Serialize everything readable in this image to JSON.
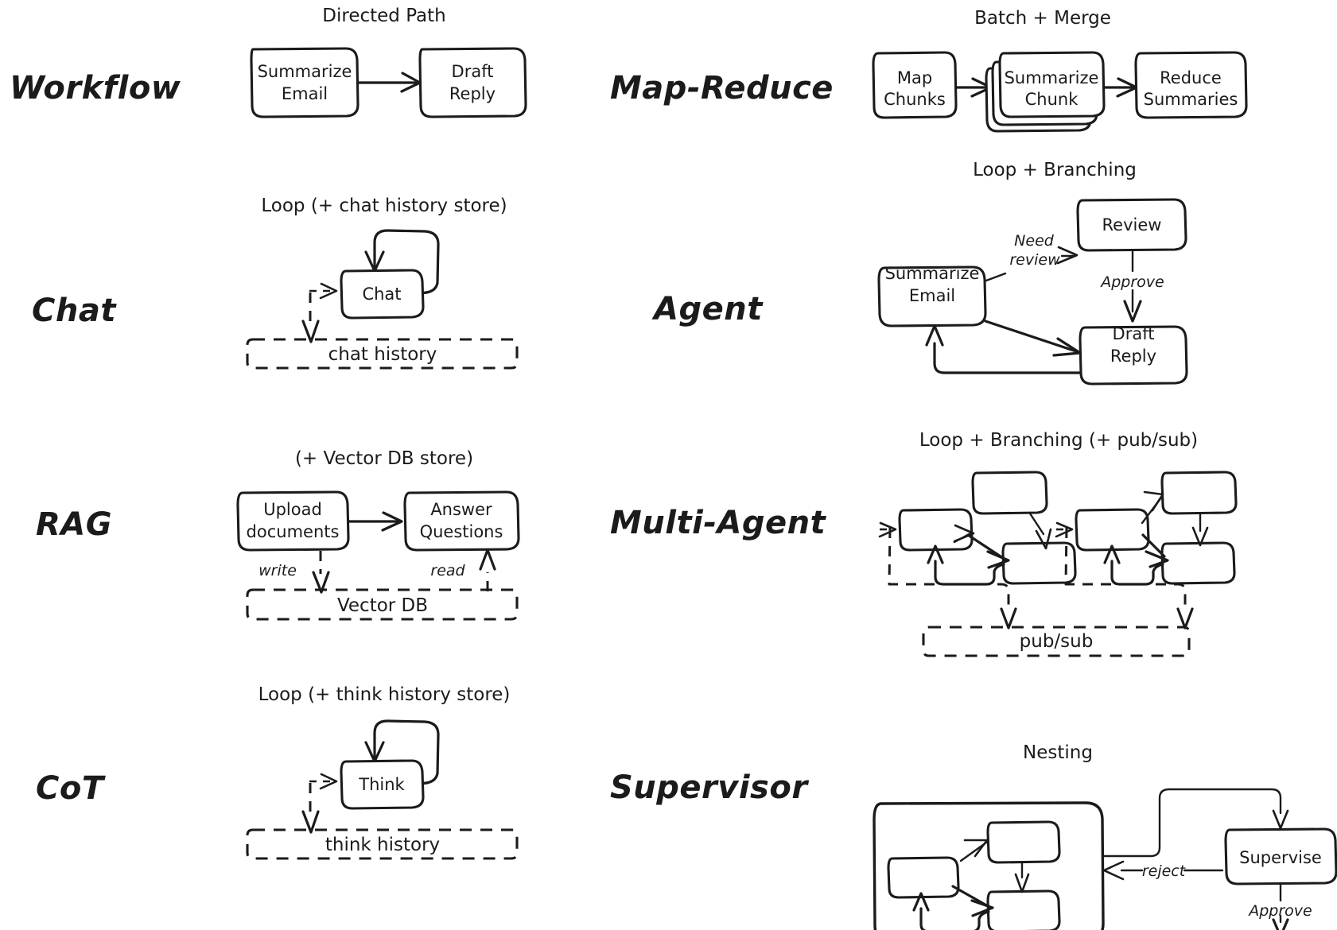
{
  "diagram": {
    "title_hidden": "",
    "rows": [
      {
        "left": {
          "label": "Workflow",
          "caption": "Directed Path",
          "nodes": [
            "Summarize Email",
            "Draft Reply"
          ],
          "edges": []
        },
        "right": {
          "label": "Map-Reduce",
          "caption": "Batch + Merge",
          "nodes": [
            "Map Chunks",
            "Summarize Chunk",
            "Reduce Summaries"
          ],
          "edges": []
        }
      },
      {
        "left": {
          "label": "Chat",
          "caption": "Loop (+ chat history store)",
          "nodes": [
            "Chat"
          ],
          "store": "chat history",
          "edges": []
        },
        "right": {
          "label": "Agent",
          "caption": "Loop + Branching",
          "nodes": [
            "Summarize Email",
            "Review",
            "Draft Reply"
          ],
          "edges": [
            "Need review",
            "Approve"
          ]
        }
      },
      {
        "left": {
          "label": "RAG",
          "caption": "(+ Vector DB store)",
          "nodes": [
            "Upload documents",
            "Answer Questions"
          ],
          "store": "Vector DB",
          "edges": [
            "write",
            "read"
          ]
        },
        "right": {
          "label": "Multi-Agent",
          "caption": "Loop + Branching (+ pub/sub)",
          "nodes": [
            "",
            "",
            "",
            "",
            "",
            ""
          ],
          "store": "pub/sub",
          "edges": []
        }
      },
      {
        "left": {
          "label": "CoT",
          "caption": "Loop (+ think history store)",
          "nodes": [
            "Think"
          ],
          "store": "think history",
          "edges": []
        },
        "right": {
          "label": "Supervisor",
          "caption": "Nesting",
          "nodes": [
            "",
            "",
            "",
            "Supervise"
          ],
          "edges": [
            "reject",
            "Approve"
          ]
        }
      }
    ],
    "labels": {
      "workflow": "Workflow",
      "chat": "Chat",
      "rag": "RAG",
      "cot": "CoT",
      "map_reduce": "Map-Reduce",
      "agent": "Agent",
      "multi_agent": "Multi-Agent",
      "supervisor": "Supervisor"
    },
    "captions": {
      "directed_path": "Directed Path",
      "batch_merge": "Batch + Merge",
      "loop_chat": "Loop (+ chat history store)",
      "loop_branching": "Loop + Branching",
      "vector_db_store": "(+ Vector DB store)",
      "loop_branching_pubsub": "Loop + Branching (+ pub/sub)",
      "loop_think": "Loop (+ think history store)",
      "nesting": "Nesting"
    },
    "nodes": {
      "summarize_email_l1": "Summarize",
      "summarize_email_l2": "Email",
      "draft_reply_l1": "Draft",
      "draft_reply_l2": "Reply",
      "map_chunks_l1": "Map",
      "map_chunks_l2": "Chunks",
      "summarize_chunk_l1": "Summarize",
      "summarize_chunk_l2": "Chunk",
      "reduce_summaries_l1": "Reduce",
      "reduce_summaries_l2": "Summaries",
      "chat": "Chat",
      "think": "Think",
      "review": "Review",
      "agent_summarize_l1": "Summarize",
      "agent_summarize_l2": "Email",
      "agent_draft_l1": "Draft",
      "agent_draft_l2": "Reply",
      "upload_l1": "Upload",
      "upload_l2": "documents",
      "answer_l1": "Answer",
      "answer_l2": "Questions",
      "supervise": "Supervise"
    },
    "stores": {
      "chat_history": "chat history",
      "vector_db": "Vector DB",
      "pub_sub": "pub/sub",
      "think_history": "think history"
    },
    "edge_labels": {
      "need": "Need",
      "review": "review",
      "approve": "Approve",
      "write": "write",
      "read": "read",
      "reject": "reject",
      "approve2": "Approve"
    },
    "colors": {
      "ink": "#1b1b1b",
      "background": "#ffffff"
    }
  }
}
